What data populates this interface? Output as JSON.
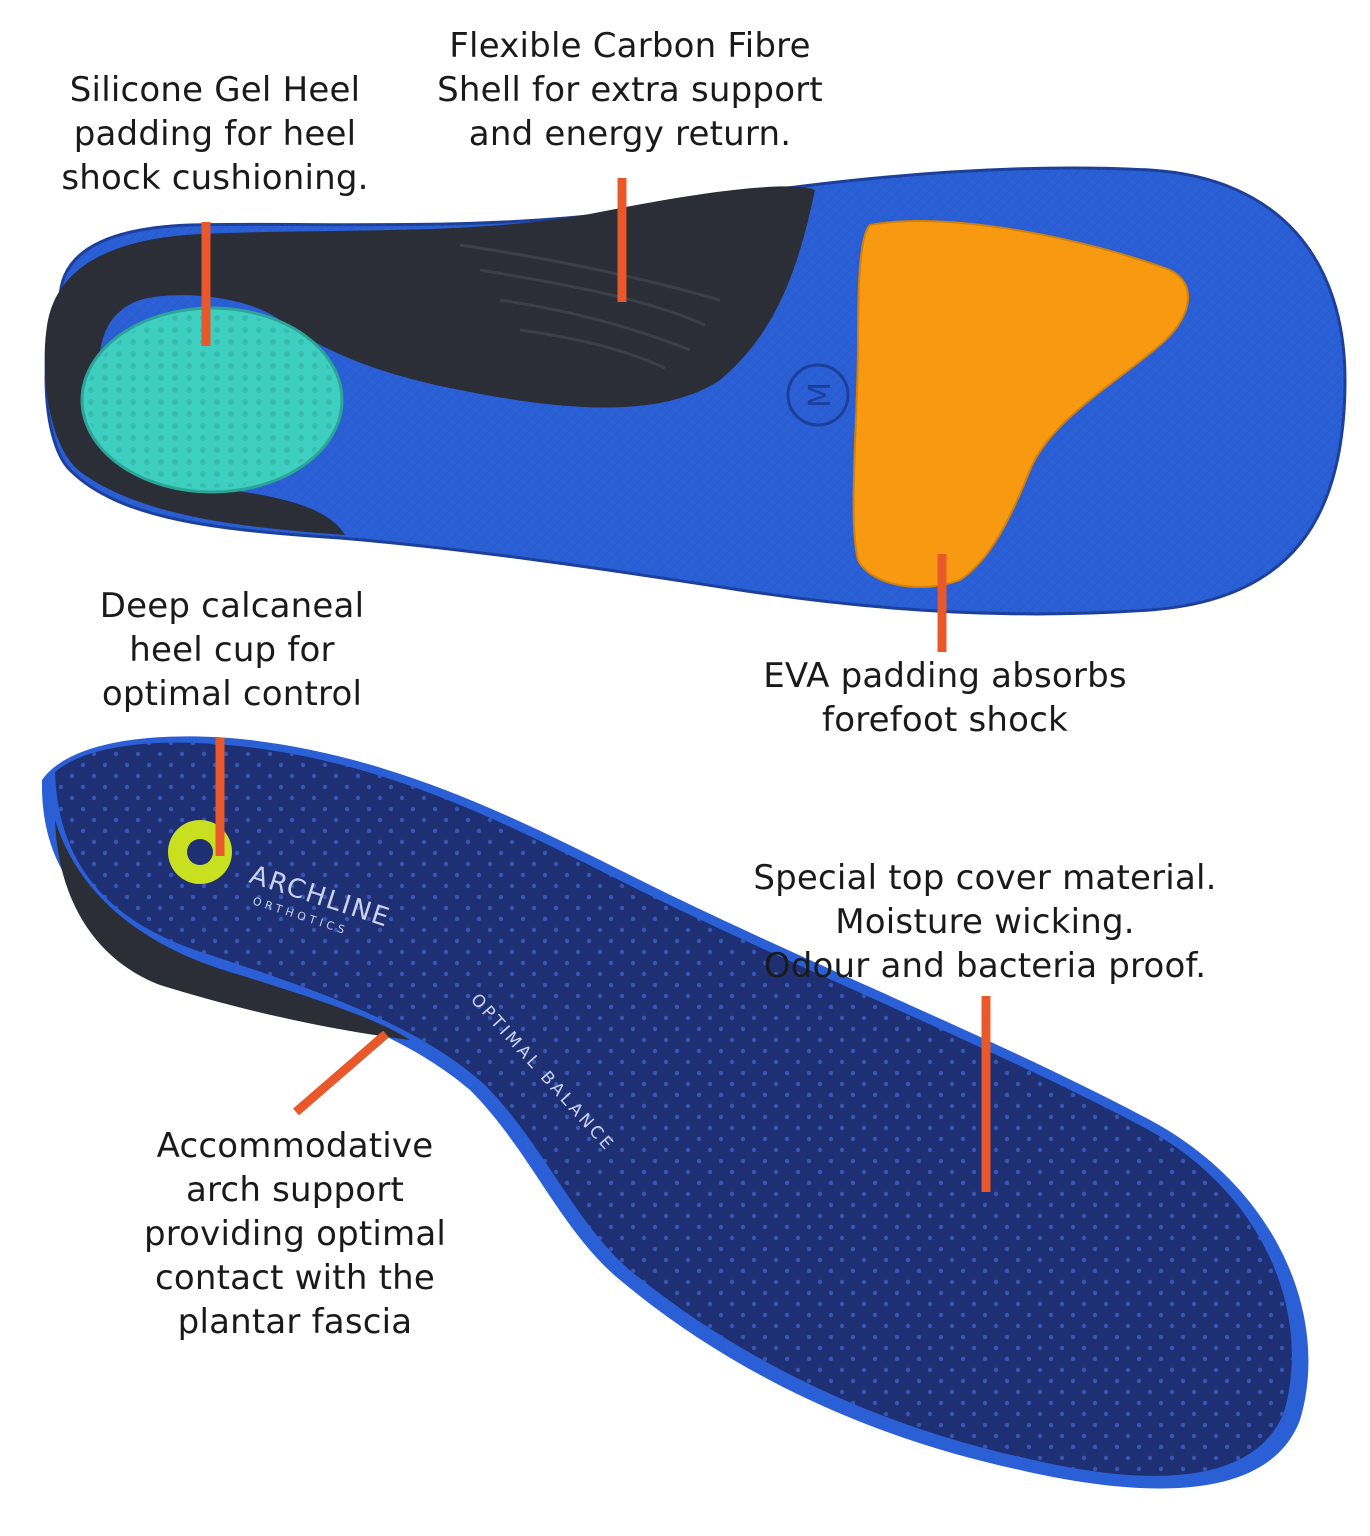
{
  "callouts": {
    "silicone_gel": [
      "Silicone Gel Heel",
      "padding for heel",
      "shock cushioning."
    ],
    "carbon_fibre": [
      "Flexible Carbon Fibre",
      "Shell for extra support",
      "and energy return."
    ],
    "eva_padding": [
      "EVA padding absorbs",
      "forefoot shock"
    ],
    "heel_cup": [
      "Deep calcaneal",
      "heel cup for",
      "optimal control"
    ],
    "top_cover": [
      "Special top cover material.",
      "Moisture wicking.",
      "Odour and bacteria proof."
    ],
    "arch_support": [
      "Accommodative",
      "arch support",
      "providing optimal",
      "contact with the",
      "plantar fascia"
    ]
  },
  "insole_marks": {
    "size_letter": "M",
    "brand": "ARCHLINE",
    "brand_sub": "ORTHOTICS",
    "arch_text": "OPTIMAL BALANCE"
  },
  "colors": {
    "leader_line": "#E8582A",
    "blue_base": "#2A5FD6",
    "carbon": "#2B2E36",
    "gel": "#3FCFC0",
    "eva": "#F79A12",
    "top_cover": "#1E2F73",
    "logo_ring": "#C8E020"
  }
}
